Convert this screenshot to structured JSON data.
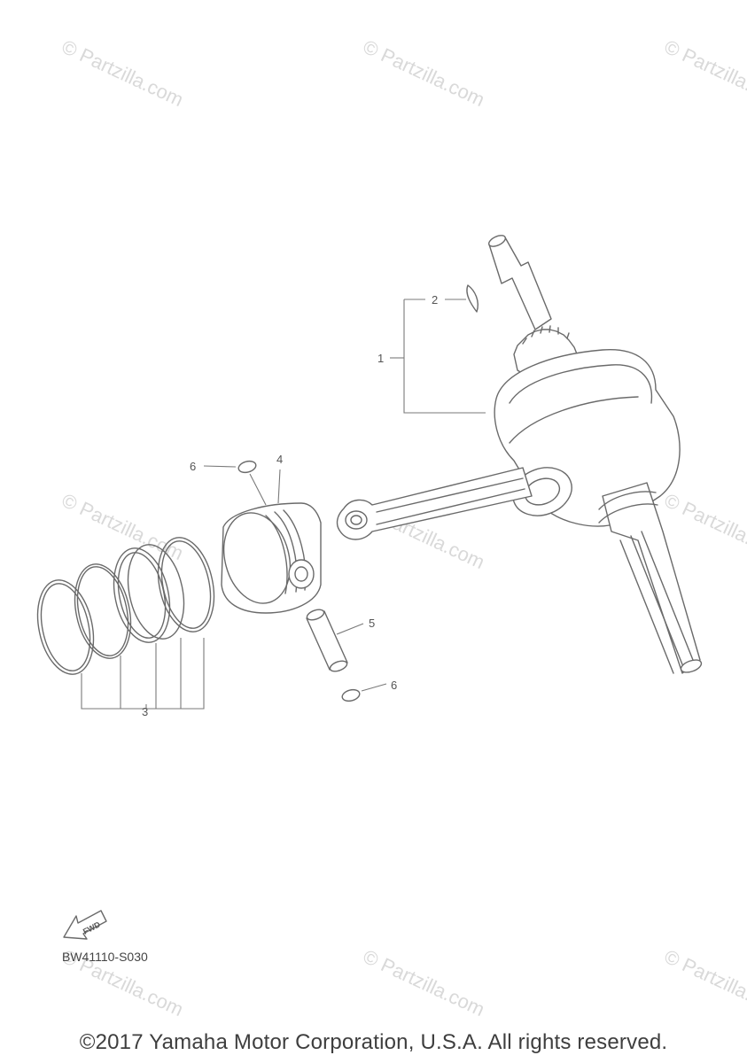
{
  "watermark": {
    "text": "© Partzilla.com"
  },
  "callouts": {
    "c1": "1",
    "c2": "2",
    "c3": "3",
    "c4": "4",
    "c5": "5",
    "c6a": "6",
    "c6b": "6"
  },
  "fwd_label": "FWD",
  "diagram_code": "BW41110-S030",
  "copyright": "©2017 Yamaha Motor Corporation, U.S.A. All rights reserved.",
  "colors": {
    "line": "#6a6a6a",
    "watermark": "#d9d9d9",
    "text": "#3e3e3e"
  }
}
